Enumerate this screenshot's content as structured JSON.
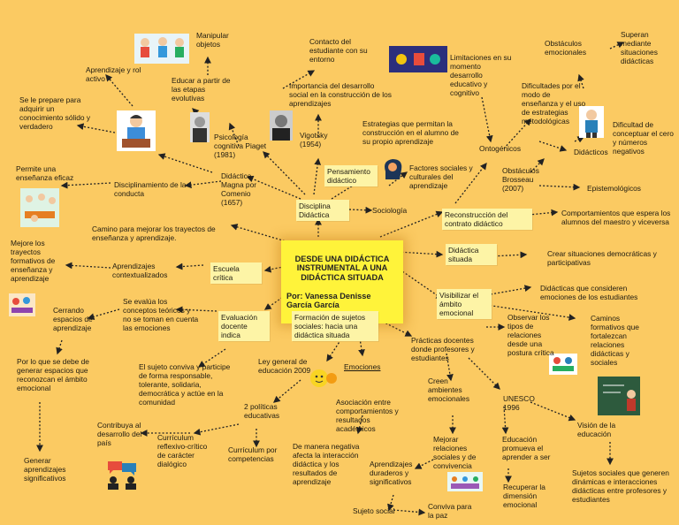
{
  "center": {
    "title": "DESDE UNA DIDÁCTICA INSTRUMENTAL A UNA DIDÁCTICA SITUADA",
    "author": "Por: Vanessa Denisse García García"
  },
  "nodes": {
    "disciplina": "Disciplina Didáctica",
    "pensamiento": "Pensamiento didáctico",
    "escuela": "Escuela crítica",
    "evaluacion": "Evaluación docente indica",
    "formacion": "Formación de sujetos sociales: hacia una didáctica situada",
    "reconstruccion": "Reconstrucción del contrato didáctico",
    "situada": "Didáctica situada",
    "visibilizar": "Visibilizar el ámbito emocional",
    "manipular": "Manipular objetos",
    "rol_activo": "Aprendizaje y rol activo",
    "educar": "Educar a partir de las etapas evolutivas",
    "contacto": "Contacto del estudiante con su entorno",
    "importancia": "Importancia del desarrollo social en la construcción de los aprendizajes",
    "prepare": "Se le prepare para adquirir un conocimiento sólido y verdadero",
    "psicologia": "Psicología cognitiva Piaget (1981)",
    "vigotsky": "Vigotsky (1954)",
    "estrategias": "Estrategias que permitan la construcción en el alumno de su propio aprendizaje",
    "permite": "Permite una enseñanza eficaz",
    "disciplinamiento": "Disciplinamiento de la conducta",
    "magna": "Didáctica Magna por Comenio (1657)",
    "factores": "Factores sociales y culturales del aprendizaje",
    "sociologia": "Sociología",
    "camino": "Camino para mejorar los trayectos de enseñanza y aprendizaje.",
    "limitaciones": "Limitaciones en su momento desarrollo educativo y cognitivo",
    "obst_emocionales": "Obstáculos emocionales",
    "superan": "Superan mediante situaciones didácticas",
    "dificultades": "Dificultades por el modo de enseñanza y el uso de estrategias metodológicas",
    "ontogenicos": "Ontogénicos",
    "dificultad_cero": "Dificultad de conceptuar el cero y números negativos",
    "didacticos": "Didácticos",
    "brosseau": "Obstáculos Brosseau (2007)",
    "epistemologicos": "Epistemológicos",
    "comportamientos": "Comportamientos que espera los alumnos del maestro y viceversa",
    "crear": "Crear situaciones democráticas y participativas",
    "mejore": "Mejore los trayectos formativos de enseñanza y aprendizaje",
    "contextualizados": "Aprendizajes contextualizados",
    "didacticas_emociones": "Didácticas que consideren emociones de los estudiantes",
    "evalua": "Se evalúa los conceptos teóricos y no se toman en cuenta las emociones",
    "cerrando": "Cerrando espacios de aprendizaje",
    "observar": "Observar los tipos de relaciones desde una postura crítica",
    "caminos": "Caminos formativos que fortalezcan relaciones didácticas y sociales",
    "practicas": "Prácticas docentes donde profesores y estudiantes",
    "por_lo_que": "Por lo que se debe de generar espacios que reconozcan el ámbito emocional",
    "ley": "Ley general de educación 2009",
    "emociones": "Emociones",
    "conviva": "El sujeto conviva y participe de forma responsable, tolerante, solidaria, democrática y actúe en la comunidad",
    "creen": "Creen ambientes emocionales",
    "asociacion": "Asociación entre comportamientos y resultados académicos",
    "unesco": "UNESCO 1996",
    "politicas": "2 políticas educativas",
    "contribuya": "Contribuya al desarrollo del país",
    "vision": "Visión de la educación",
    "reflexivo": "Currículum reflexivo-crítico de carácter dialógico",
    "mejorar": "Mejorar relaciones sociales y de convivencia",
    "promueva": "Educación promueva el aprender a ser",
    "negativa": "De manera negativa afecta la interacción didáctica y los resultados de aprendizaje",
    "competencias": "Currículum por competencias",
    "generar": "Generar aprendizajes significativos",
    "duraderos": "Aprendizajes duraderos y significativos",
    "sujetos": "Sujetos sociales que generen dinámicas e interacciones didácticas entre profesores y estudiantes",
    "recuperar": "Recuperar la dimensión emocional",
    "sujeto_social": "Sujeto social",
    "paz": "Conviva para la paz"
  }
}
